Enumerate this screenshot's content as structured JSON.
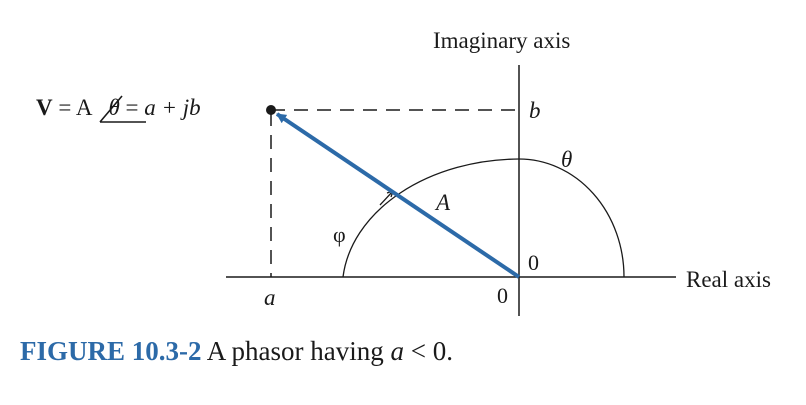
{
  "labels": {
    "imag_axis": "Imaginary axis",
    "real_axis": "Real axis",
    "b": "b",
    "a": "a",
    "zero_real": "0",
    "zero_imag": "0",
    "theta": "θ",
    "phi": "φ",
    "magnitude": "A"
  },
  "equation": {
    "v": "V",
    "eq1": " = ",
    "A": "A",
    "theta": "θ",
    "eq2": " = ",
    "a": "a",
    "plus_j": " + j",
    "b": "b"
  },
  "caption": {
    "figure_id": "FIGURE 10.3-2",
    "text_before": " A phasor having ",
    "var": "a",
    "text_after": " < 0."
  },
  "colors": {
    "phasor": "#2c6aa8",
    "caption_id": "#2c6aa8",
    "ink": "#1a1a1a"
  }
}
